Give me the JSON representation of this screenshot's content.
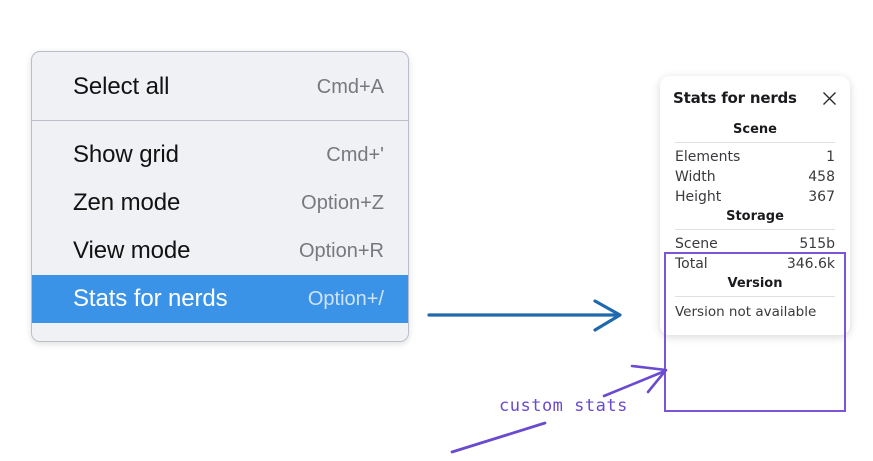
{
  "context_menu": {
    "sections": [
      {
        "items": [
          {
            "label": "Select all",
            "shortcut": "Cmd+A",
            "selected": false
          }
        ]
      },
      {
        "items": [
          {
            "label": "Show grid",
            "shortcut": "Cmd+'",
            "selected": false
          },
          {
            "label": "Zen mode",
            "shortcut": "Option+Z",
            "selected": false
          },
          {
            "label": "View mode",
            "shortcut": "Option+R",
            "selected": false
          },
          {
            "label": "Stats for nerds",
            "shortcut": "Option+/",
            "selected": true
          }
        ]
      }
    ]
  },
  "stats_panel": {
    "title": "Stats for nerds",
    "close_icon": "close-icon",
    "groups": [
      {
        "title": "Scene",
        "rows": [
          {
            "key": "Elements",
            "value": "1"
          },
          {
            "key": "Width",
            "value": "458"
          },
          {
            "key": "Height",
            "value": "367"
          }
        ]
      },
      {
        "title": "Storage",
        "rows": [
          {
            "key": "Scene",
            "value": "515b"
          },
          {
            "key": "Total",
            "value": "346.6k"
          }
        ]
      },
      {
        "title": "Version",
        "note": "Version not available"
      }
    ]
  },
  "annotations": {
    "custom_stats_label": "custom stats",
    "blue_arrow_color": "#2069AD",
    "purple_color": "#6A4BD0",
    "highlight_box_color": "#7D54D6"
  }
}
